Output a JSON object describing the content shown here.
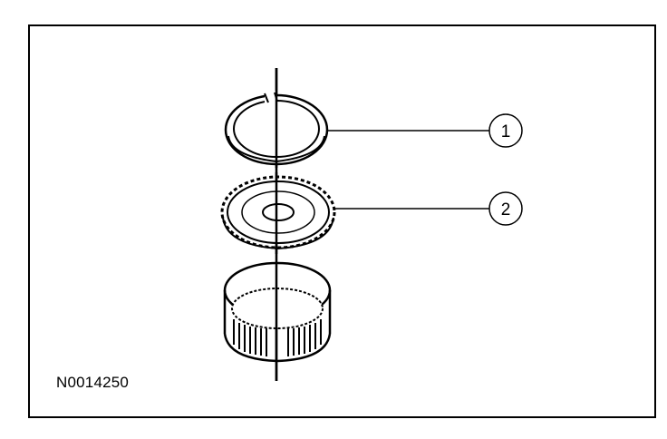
{
  "figure": {
    "id_label": "N0014250",
    "callouts": [
      {
        "number": "1",
        "part": "snap-ring"
      },
      {
        "number": "2",
        "part": "gear"
      }
    ],
    "colors": {
      "ink": "#000000",
      "paper": "#ffffff"
    }
  }
}
